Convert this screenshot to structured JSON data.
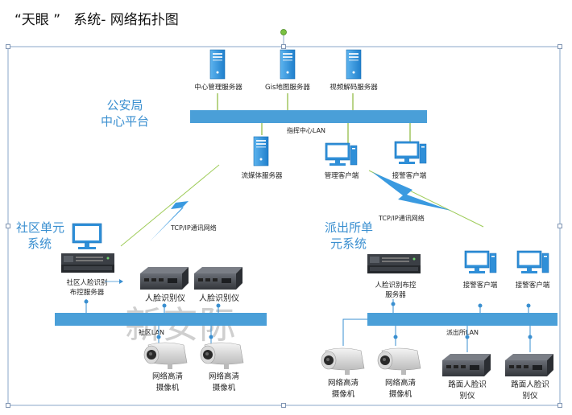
{
  "title": "“天眼 ”   系统- 网络拓扑图",
  "center": {
    "platform_line1": "公安局",
    "platform_line2": "中心平台",
    "lan": "指挥中心LAN",
    "servers": [
      "中心管理服务器",
      "Gis地图服务器",
      "视频解码服务器"
    ],
    "streaming": "流媒体服务器",
    "mgmt_client": "管理客户端",
    "alarm_client": "接警客户端"
  },
  "links": {
    "left": "TCP/IP通讯网络",
    "right": "TCP/IP通讯网络"
  },
  "community": {
    "title_line1": "社区单元",
    "title_line2": "系统",
    "server_line1": "社区人脸识别",
    "server_line2": "布控服务器",
    "device1": "人脸识别仪",
    "device2": "人脸识别仪",
    "lan": "社区LAN",
    "cam1_line1": "网络高清",
    "cam1_line2": "摄像机",
    "cam2_line1": "网络高清",
    "cam2_line2": "摄像机"
  },
  "station": {
    "title_line1": "派出所单",
    "title_line2": "元系统",
    "server_line1": "人脸识别布控",
    "server_line2": "服务器",
    "client1": "接警客户端",
    "client2": "接警客户端",
    "lan": "派出所LAN",
    "cam1_line1": "网络高清",
    "cam1_line2": "摄像机",
    "cam2_line1": "网络高清",
    "cam2_line2": "摄像机",
    "road1_line1": "路面人脸识",
    "road1_line2": "别仪",
    "road2_line1": "路面人脸识",
    "road2_line2": "别仪"
  },
  "watermark": "新安际",
  "colors": {
    "lan": "#4a9fd8",
    "server": "#2f8fd8",
    "dark_device": "#4a4e55"
  }
}
